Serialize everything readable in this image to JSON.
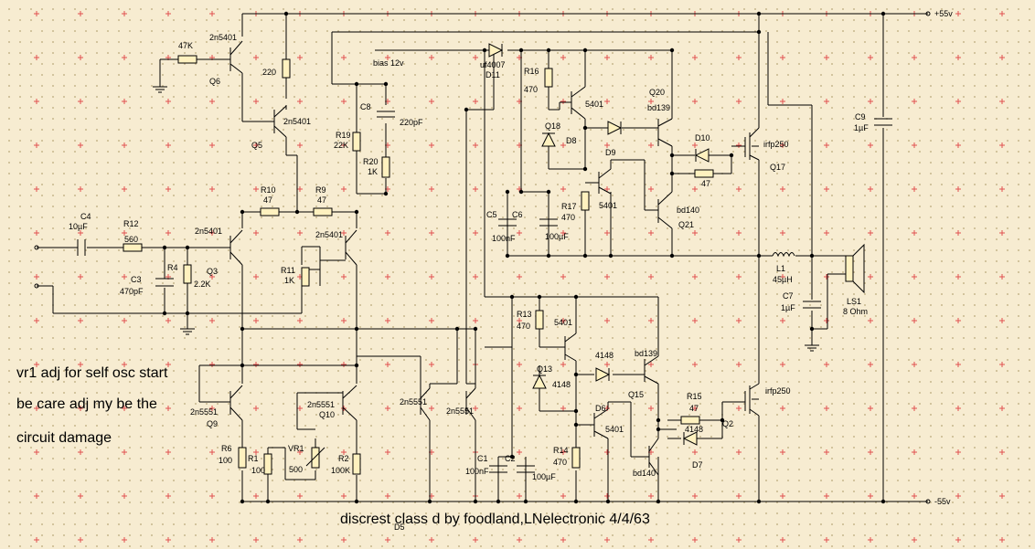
{
  "rails": {
    "pos": "+55v",
    "neg": "-55v"
  },
  "notes": {
    "line1": "vr1 adj for self osc start",
    "line2": "be care adj my be the",
    "line3": "circuit damage"
  },
  "title": "discrest class d by foodland,LNelectronic 4/4/63",
  "bias": "bias 12v",
  "labels": {
    "q6_type": "2n5401",
    "r47k": "47K",
    "r220": "220",
    "q6": "Q6",
    "q5_type": "2n5401",
    "q5": "Q5",
    "c8": "C8",
    "c8_val": "220pF",
    "r19": "R19",
    "r19_val": "22K",
    "r20": "R20",
    "r20_val": "1K",
    "d11_type": "uf4007",
    "d11": "D11",
    "r16": "R16",
    "r16_val": "470",
    "q18_type": "5401",
    "q18": "Q18",
    "d8": "D8",
    "q20": "Q20",
    "q20_type": "bd139",
    "d9": "D9",
    "d10": "D10",
    "q17_type": "irfp250",
    "q17": "Q17",
    "r47_top": "47",
    "r17": "R17",
    "r17_val": "470",
    "q_mid_type": "5401",
    "q21_type": "bd140",
    "q21": "Q21",
    "c5": "C5",
    "c5_val": "100nF",
    "c6": "C6",
    "c6_val": "100µF",
    "c4": "C4",
    "c4_val": "10µF",
    "r12": "R12",
    "r12_val": "560",
    "r10": "R10",
    "r10_val": "47",
    "r9": "R9",
    "r9_val": "47",
    "q3_type": "2n5401",
    "q3": "Q3",
    "q4_type": "2n5401",
    "c3": "C3",
    "c3_val": "470pF",
    "r4": "R4",
    "r4_val": "2.2K",
    "r11": "R11",
    "r11_val": "1K",
    "l1": "L1",
    "l1_val": "45µH",
    "c7": "C7",
    "c7_val": "1µF",
    "ls1": "LS1",
    "ls1_val": "8 Ohm",
    "c9": "C9",
    "c9_val": "1µF",
    "r13": "R13",
    "r13_val": "470",
    "q13_type": "5401",
    "q13": "Q13",
    "d_4148a": "4148",
    "d_4148b": "4148",
    "q_bd139b": "bd139",
    "q_irfp250b": "irfp250",
    "d6": "D6",
    "q15": "Q15",
    "r15": "R15",
    "r15_val": "47",
    "q2": "Q2",
    "q_5401c": "5401",
    "d7_type": "4148",
    "d7": "D7",
    "q_bd140b": "bd140",
    "q9_type": "2n5551",
    "q9": "Q9",
    "q10_type": "2n5551",
    "q10": "Q10",
    "q11_type": "2n5551",
    "q12_type": "2n5551",
    "r6": "R6",
    "r6_val": "100",
    "r1": "R1",
    "r1_val": "100",
    "vr1": "VR1",
    "vr1_val": "500",
    "r2": "R2",
    "r2_val": "100K",
    "c1": "C1",
    "c1_val": "100nF",
    "c2": "C2",
    "c2_val": "100µF",
    "r14": "R14",
    "r14_val": "470",
    "d5": "D5"
  }
}
